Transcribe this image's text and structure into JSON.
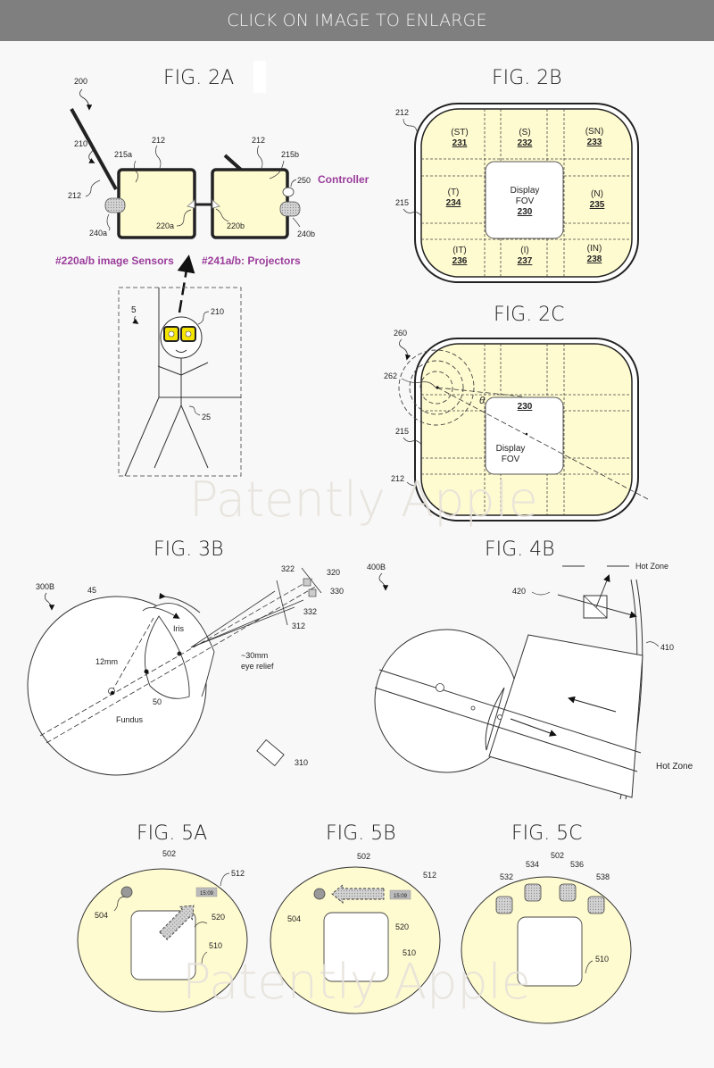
{
  "banner": {
    "label": "CLICK ON IMAGE TO ENLARGE"
  },
  "watermark": {
    "text": "Patently Apple"
  },
  "colors": {
    "banner_bg": "#7f7f7f",
    "lens_fill": "#fffbd0",
    "annotation_purple": "#9b3c9b",
    "page_bg": "#f8f8f8"
  },
  "fig2a": {
    "title": "FIG. 2A",
    "ref_system": "200",
    "ref_glasses": "210",
    "ref_frame_left": "212",
    "ref_frame_right": "212",
    "ref_frame_temple": "212",
    "ref_lens_left": "215a",
    "ref_lens_right": "215b",
    "ref_sensor_left": "220a",
    "ref_sensor_right": "220b",
    "ref_projector_left": "240a",
    "ref_projector_right": "240b",
    "ref_controller": "250",
    "controller_label": "Controller",
    "annotation_sensors": "#220a/b image Sensors",
    "annotation_projectors": "#241a/b: Projectors",
    "ref_environment": "5",
    "ref_glasses_on_user": "210",
    "ref_user": "25"
  },
  "fig2b": {
    "title": "FIG. 2B",
    "ref_frame": "212",
    "ref_lens": "215",
    "center": {
      "line1": "Display",
      "line2": "FOV",
      "ref": "230"
    },
    "zones": [
      {
        "code": "(ST)",
        "ref": "231"
      },
      {
        "code": "(S)",
        "ref": "232"
      },
      {
        "code": "(SN)",
        "ref": "233"
      },
      {
        "code": "(T)",
        "ref": "234"
      },
      {
        "code": "(N)",
        "ref": "235"
      },
      {
        "code": "(IT)",
        "ref": "236"
      },
      {
        "code": "(I)",
        "ref": "237"
      },
      {
        "code": "(IN)",
        "ref": "238"
      }
    ]
  },
  "fig2c": {
    "title": "FIG. 2C",
    "ref_zone": "260",
    "ref_point": "262",
    "ref_lens": "215",
    "ref_frame": "212",
    "center_ref": "230",
    "center_line1": "Display",
    "center_line2": "FOV",
    "angle": "θ"
  },
  "fig3b": {
    "title": "FIG. 3B",
    "ref_system": "300B",
    "ref_eye": "45",
    "ref_lens": "50",
    "iris": "Iris",
    "radius": "12mm",
    "eye_relief_1": "~30mm",
    "eye_relief_2": "eye relief",
    "fundus": "Fundus",
    "ref_camera": "310",
    "ref_312": "312",
    "ref_320": "320",
    "ref_322": "322",
    "ref_330": "330",
    "ref_332": "332"
  },
  "fig4b": {
    "title": "FIG. 4B",
    "ref_system": "400B",
    "ref_source": "420",
    "ref_lens": "410",
    "hot_zone_top": "Hot Zone",
    "hot_zone_bottom": "Hot Zone"
  },
  "fig5a": {
    "title": "FIG. 5A",
    "ref_lens": "502",
    "ref_dot": "504",
    "ref_display": "510",
    "ref_time": "512",
    "ref_arrow": "520",
    "time": "15:09"
  },
  "fig5b": {
    "title": "FIG. 5B",
    "ref_lens": "502",
    "ref_dot": "504",
    "ref_display": "510",
    "ref_time": "512",
    "ref_arrow": "520",
    "time": "15:09"
  },
  "fig5c": {
    "title": "FIG. 5C",
    "ref_lens": "502",
    "ref_display": "510",
    "icons": [
      "532",
      "534",
      "536",
      "538"
    ]
  }
}
